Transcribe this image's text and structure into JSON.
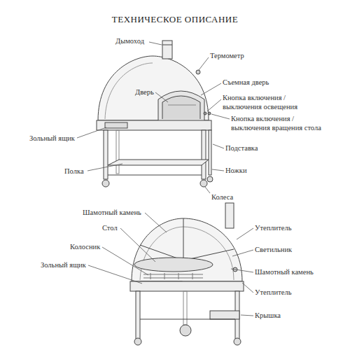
{
  "diagram": {
    "title": "ТЕХНИЧЕСКОЕ ОПИСАНИЕ",
    "labels": [
      "Дымоход",
      "Термометр",
      "Съемная дверь",
      "Дверь",
      "Кнопка включения / выключения освещения",
      "Кнопка включения / выключения вращения стола",
      "Зольный ящик",
      "Подставка",
      "Полка",
      "Ножки",
      "Колеса",
      "Шамотный камень",
      "Стол",
      "Утеплитель",
      "Колосник",
      "Светильник",
      "Зольный ящик",
      "Шамотный камень",
      "Утеплитель",
      "Крышка"
    ]
  }
}
